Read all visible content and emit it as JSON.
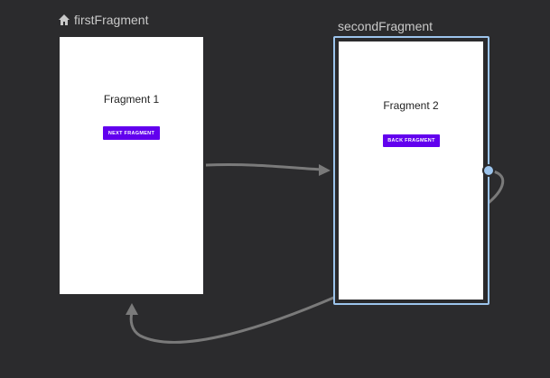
{
  "destinations": [
    {
      "name": "firstFragment",
      "is_start": true,
      "icon": "home-icon",
      "screen": {
        "title": "Fragment 1",
        "button_label": "NEXT FRAGMENT"
      }
    },
    {
      "name": "secondFragment",
      "selected": true,
      "screen": {
        "title": "Fragment 2",
        "button_label": "BACK FRAGMENT"
      }
    }
  ],
  "colors": {
    "canvas": "#2b2b2d",
    "label": "#c9c9c9",
    "selection": "#9cc4ec",
    "action_arrow": "#7a7a7a",
    "button": "#6200ee"
  }
}
